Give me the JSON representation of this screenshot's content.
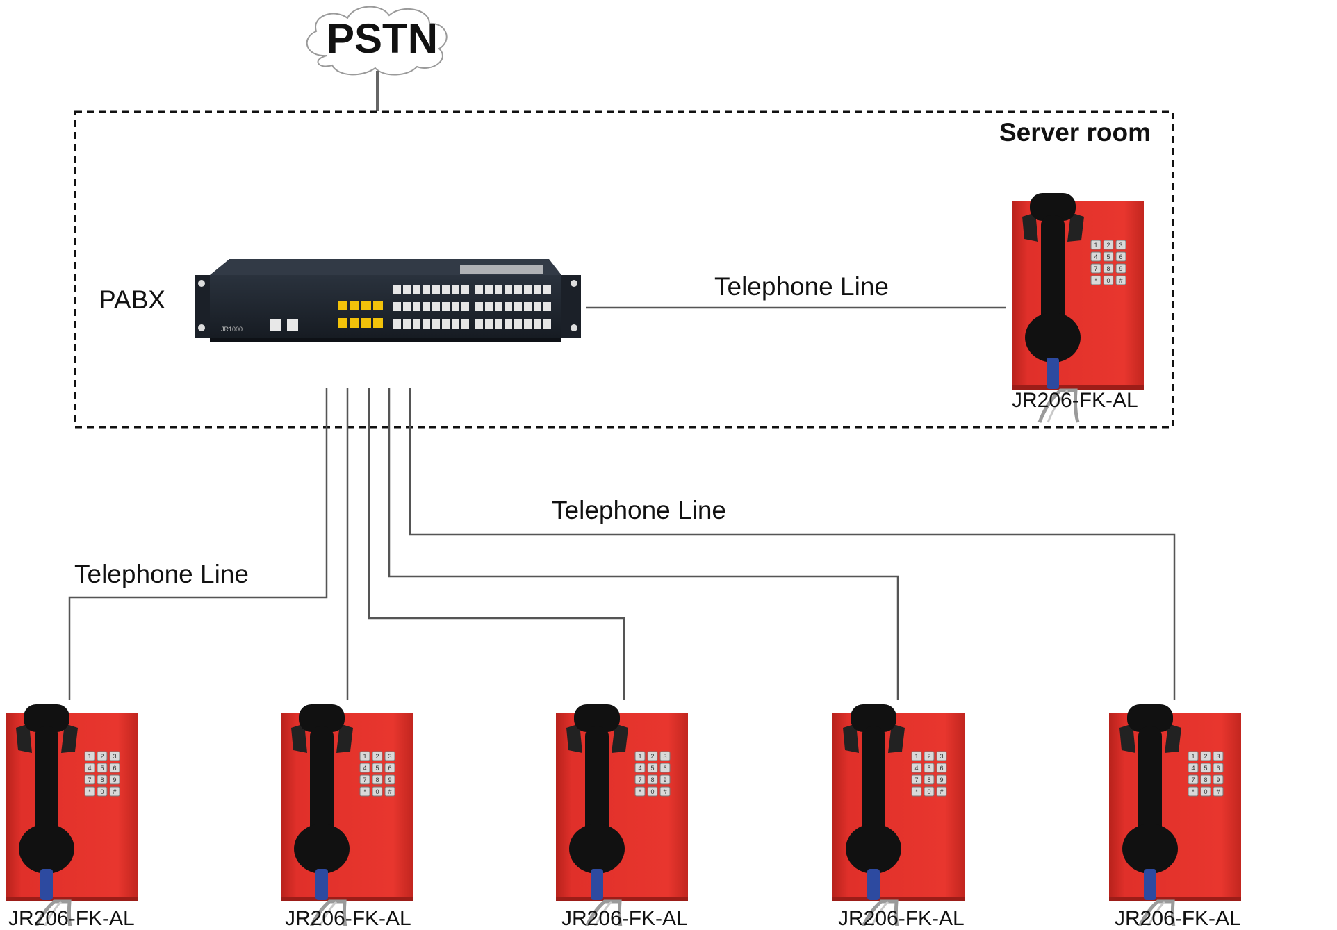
{
  "cloud": {
    "label": "PSTN"
  },
  "server_room": {
    "label": "Server room"
  },
  "pabx": {
    "label": "PABX",
    "model_text": "JR1000"
  },
  "lines": {
    "server": "Telephone Line",
    "middle": "Telephone Line",
    "left": "Telephone Line"
  },
  "phones": {
    "server": "JR206-FK-AL",
    "bottom": [
      "JR206-FK-AL",
      "JR206-FK-AL",
      "JR206-FK-AL",
      "JR206-FK-AL",
      "JR206-FK-AL"
    ]
  },
  "keypad_keys": [
    "1",
    "2",
    "3",
    "4",
    "5",
    "6",
    "7",
    "8",
    "9",
    "*",
    "0",
    "#"
  ],
  "colors": {
    "phone_red": "#e0302a",
    "handset": "#111111",
    "cord_blue": "#2d4aa0",
    "pabx_body": "#1f2630",
    "port_yellow": "#f2c20a",
    "line": "#555555"
  }
}
